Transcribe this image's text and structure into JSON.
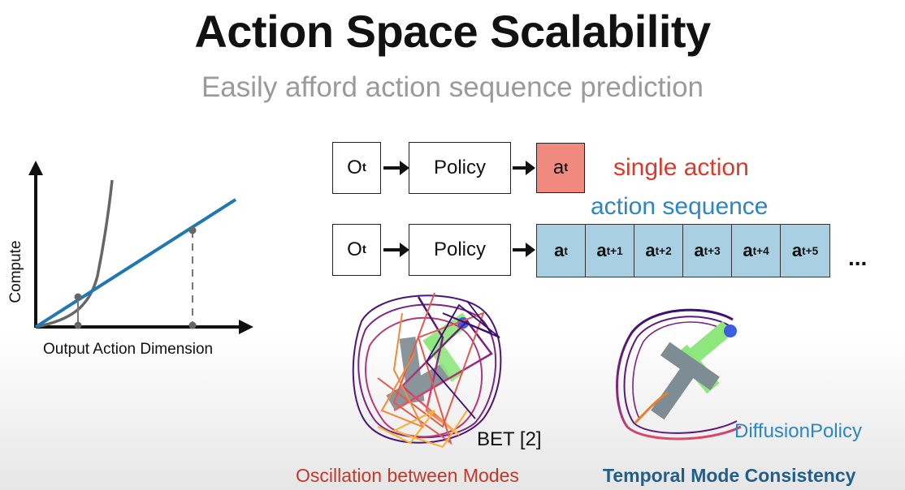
{
  "title": "Action Space Scalability",
  "subtitle": "Easily afford action sequence prediction",
  "chart": {
    "xlabel": "Output Action Dimension",
    "ylabel": "Compute"
  },
  "diagram": {
    "obs_base": "O",
    "obs_sub": "t",
    "policy_label": "Policy",
    "single_action_label": "single action",
    "sequence_label": "action sequence",
    "action_base": "a",
    "sequence_subs": [
      "t",
      "t+1",
      "t+2",
      "t+3",
      "t+4",
      "t+5"
    ],
    "ellipsis": "...",
    "colors": {
      "single_action": "#f08a7e",
      "sequence_cell": "#a9cfe3",
      "red_text": "#d93a2b",
      "blue_text": "#2b86c5"
    }
  },
  "examples": {
    "bet_label": "BET [2]",
    "bet_caption": "Oscillation between Modes",
    "diffusion_label": "DiffusionPolicy",
    "diffusion_caption": "Temporal Mode Consistency",
    "colors": {
      "green_t": "#8ee77d",
      "gray_t": "#7e8c94",
      "goal_dot": "#3a5fe0"
    }
  }
}
